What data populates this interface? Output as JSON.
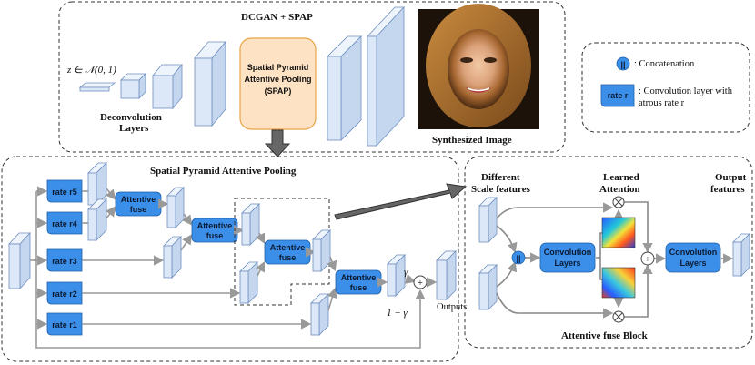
{
  "top": {
    "title": "DCGAN + SPAP",
    "z_label": "z ∈ 𝒩(0, 1)",
    "deconv_label_1": "Deconvolution",
    "deconv_label_2": "Layers",
    "spap_line1": "Spatial Pyramid",
    "spap_line2": "Attentive Pooling",
    "spap_line3": "(SPAP)",
    "synth_label": "Synthesized Image"
  },
  "legend": {
    "concat_symbol": "||",
    "concat_text": ": Concatenation",
    "rate_block": "rate r",
    "conv_text_1": ": Convolution layer with",
    "conv_text_2": "atrous rate r"
  },
  "spap": {
    "title": "Spatial Pyramid Attentive Pooling",
    "rates": [
      "rate r5",
      "rate r4",
      "rate r3",
      "rate r2",
      "rate r1"
    ],
    "fuse_line1": "Attentive",
    "fuse_line2": "fuse",
    "gamma": "γ",
    "one_minus_gamma": "1 − γ",
    "plus": "+",
    "outputs": "Outputs"
  },
  "fuse_block": {
    "title": "Attentive fuse Block",
    "diff_scale_1": "Different",
    "diff_scale_2": "Scale features",
    "learned_1": "Learned",
    "learned_2": "Attention",
    "output_1": "Output",
    "output_2": "features",
    "concat": "||",
    "conv_1": "Convolution",
    "conv_2": "Layers",
    "times": "⊗",
    "plus": "+"
  },
  "colors": {
    "block_blue": "#3b8fe8",
    "feature_map": "#dce8f8",
    "spap_box": "#fde3c4",
    "spap_border": "#e8a348",
    "arrow_gray": "#999999"
  }
}
